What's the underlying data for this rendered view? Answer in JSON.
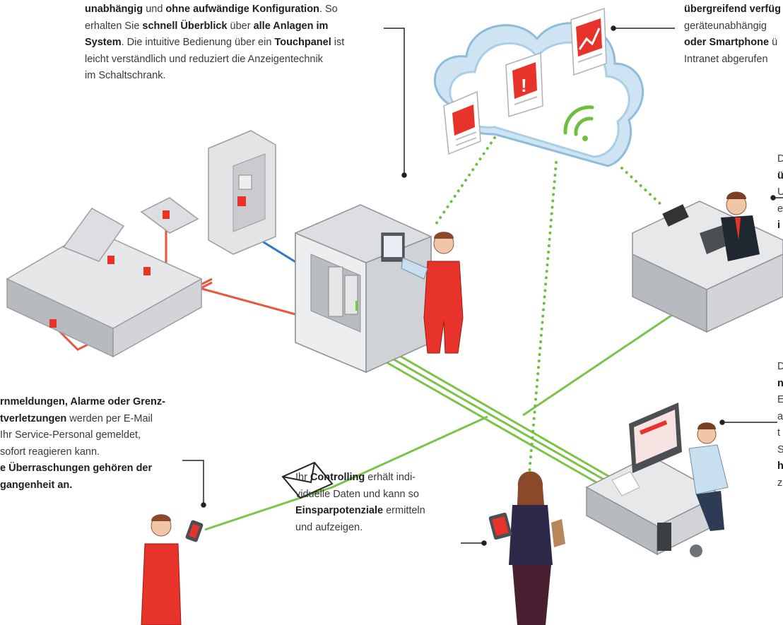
{
  "colors": {
    "connection_green": "#7cc349",
    "wifi_dotted": "#6fbf3f",
    "alarm_red": "#e8332a",
    "data_blue": "#2f78c2",
    "orange_line": "#e8573c",
    "cloud_blue": "#a9cfe8",
    "cabinet_gray": "#cfd2d6",
    "leader_line": "#222222"
  },
  "callouts": {
    "top_center": {
      "lines": [
        [
          {
            "t": "unabhängig",
            "b": true
          },
          {
            "t": " und "
          },
          {
            "t": "ohne aufwändige Konfiguration",
            "b": true
          },
          {
            "t": ". So"
          }
        ],
        [
          {
            "t": "erhalten Sie "
          },
          {
            "t": "schnell Überblick",
            "b": true
          },
          {
            "t": " über "
          },
          {
            "t": "alle Anlagen im",
            "b": true
          }
        ],
        [
          {
            "t": "System",
            "b": true
          },
          {
            "t": ". Die intuitive Bedienung über ein "
          },
          {
            "t": "Touchpanel",
            "b": true
          },
          {
            "t": " ist"
          }
        ],
        [
          {
            "t": "leicht verständlich und reduziert die Anzeigentechnik"
          }
        ],
        [
          {
            "t": "im Schaltschrank."
          }
        ]
      ]
    },
    "top_right": {
      "lines": [
        [
          {
            "t": "übergreifend verfüg",
            "b": true
          }
        ],
        [
          {
            "t": "geräteunabhängig "
          }
        ],
        [
          {
            "t": "oder Smartphone",
            "b": true
          },
          {
            "t": " ü"
          }
        ],
        [
          {
            "t": "Intranet abgerufen"
          }
        ]
      ]
    },
    "right_mid": {
      "lines": [
        [
          {
            "t": "D"
          }
        ],
        [
          {
            "t": "ü",
            "b": true
          }
        ],
        [
          {
            "t": "U"
          }
        ],
        [
          {
            "t": "e"
          }
        ],
        [
          {
            "t": "i",
            "b": true
          }
        ]
      ]
    },
    "right_low": {
      "lines": [
        [
          {
            "t": "D"
          }
        ],
        [
          {
            "t": "n",
            "b": true
          }
        ],
        [
          {
            "t": "E"
          }
        ],
        [
          {
            "t": "a"
          }
        ],
        [
          {
            "t": "t"
          }
        ],
        [
          {
            "t": "S"
          }
        ],
        [
          {
            "t": "h",
            "b": true
          }
        ],
        [
          {
            "t": "z"
          }
        ]
      ]
    },
    "left_mid": {
      "lines": [
        [
          {
            "t": "rnmeldungen, Alarme oder Grenz-",
            "b": true
          }
        ],
        [
          {
            "t": "tverletzungen",
            "b": true
          },
          {
            "t": " werden per E-Mail"
          }
        ],
        [
          {
            "t": "Ihr Service-Personal gemeldet,"
          }
        ],
        [
          {
            "t": " sofort reagieren kann."
          }
        ],
        [
          {
            "t": "e Überraschungen gehören der",
            "b": true
          }
        ],
        [
          {
            "t": "gangenheit an.",
            "b": true
          }
        ]
      ]
    },
    "bottom_center": {
      "lines": [
        [
          {
            "t": "Ihr "
          },
          {
            "t": "Controlling",
            "b": true
          },
          {
            "t": " erhält indi-"
          }
        ],
        [
          {
            "t": "viduelle Daten und kann so"
          }
        ],
        [
          {
            "t": "Einsparpotenziale",
            "b": true
          },
          {
            "t": " ermitteln"
          }
        ],
        [
          {
            "t": "und aufzeigen."
          }
        ]
      ]
    }
  }
}
